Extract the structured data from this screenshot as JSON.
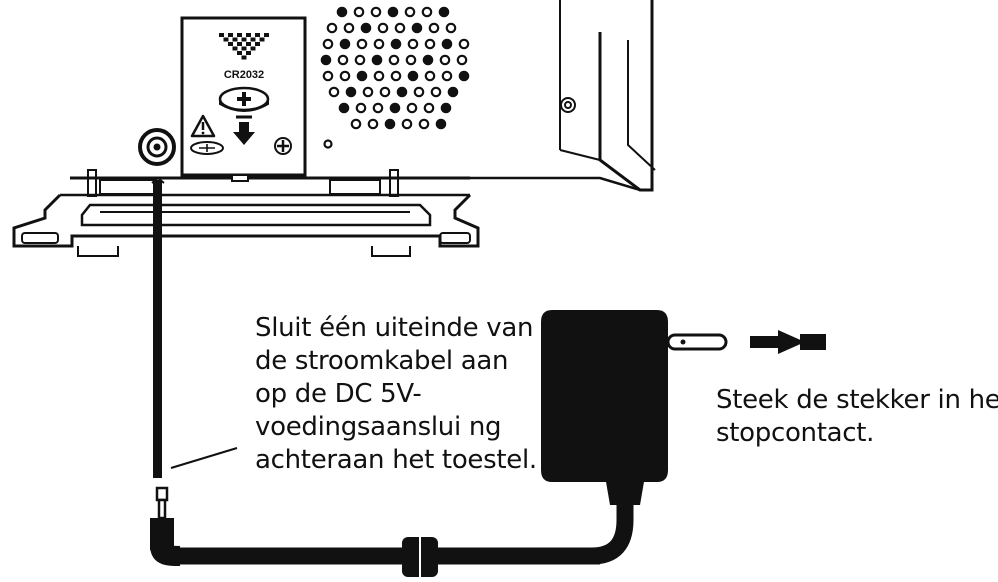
{
  "battery_door": {
    "battery_type": "CR2032"
  },
  "captions": {
    "connect_cable": [
      "Sluit één uiteinde van",
      "de stroomkabel aan",
      "op de DC 5V-",
      "voedingsaansl​ui ng",
      "achteraan het toestel."
    ],
    "plug_in": [
      "Steek de stekker in het",
      "stopcontact."
    ]
  },
  "icons": {
    "warning": "warning-triangle-icon",
    "battery_polarity": "battery-plus-icon",
    "insert_direction": "arrow-down-icon",
    "screw": "screw-icon",
    "socket_direction": "arrow-right-icon"
  },
  "colors": {
    "line": "#111111",
    "background": "#ffffff"
  }
}
